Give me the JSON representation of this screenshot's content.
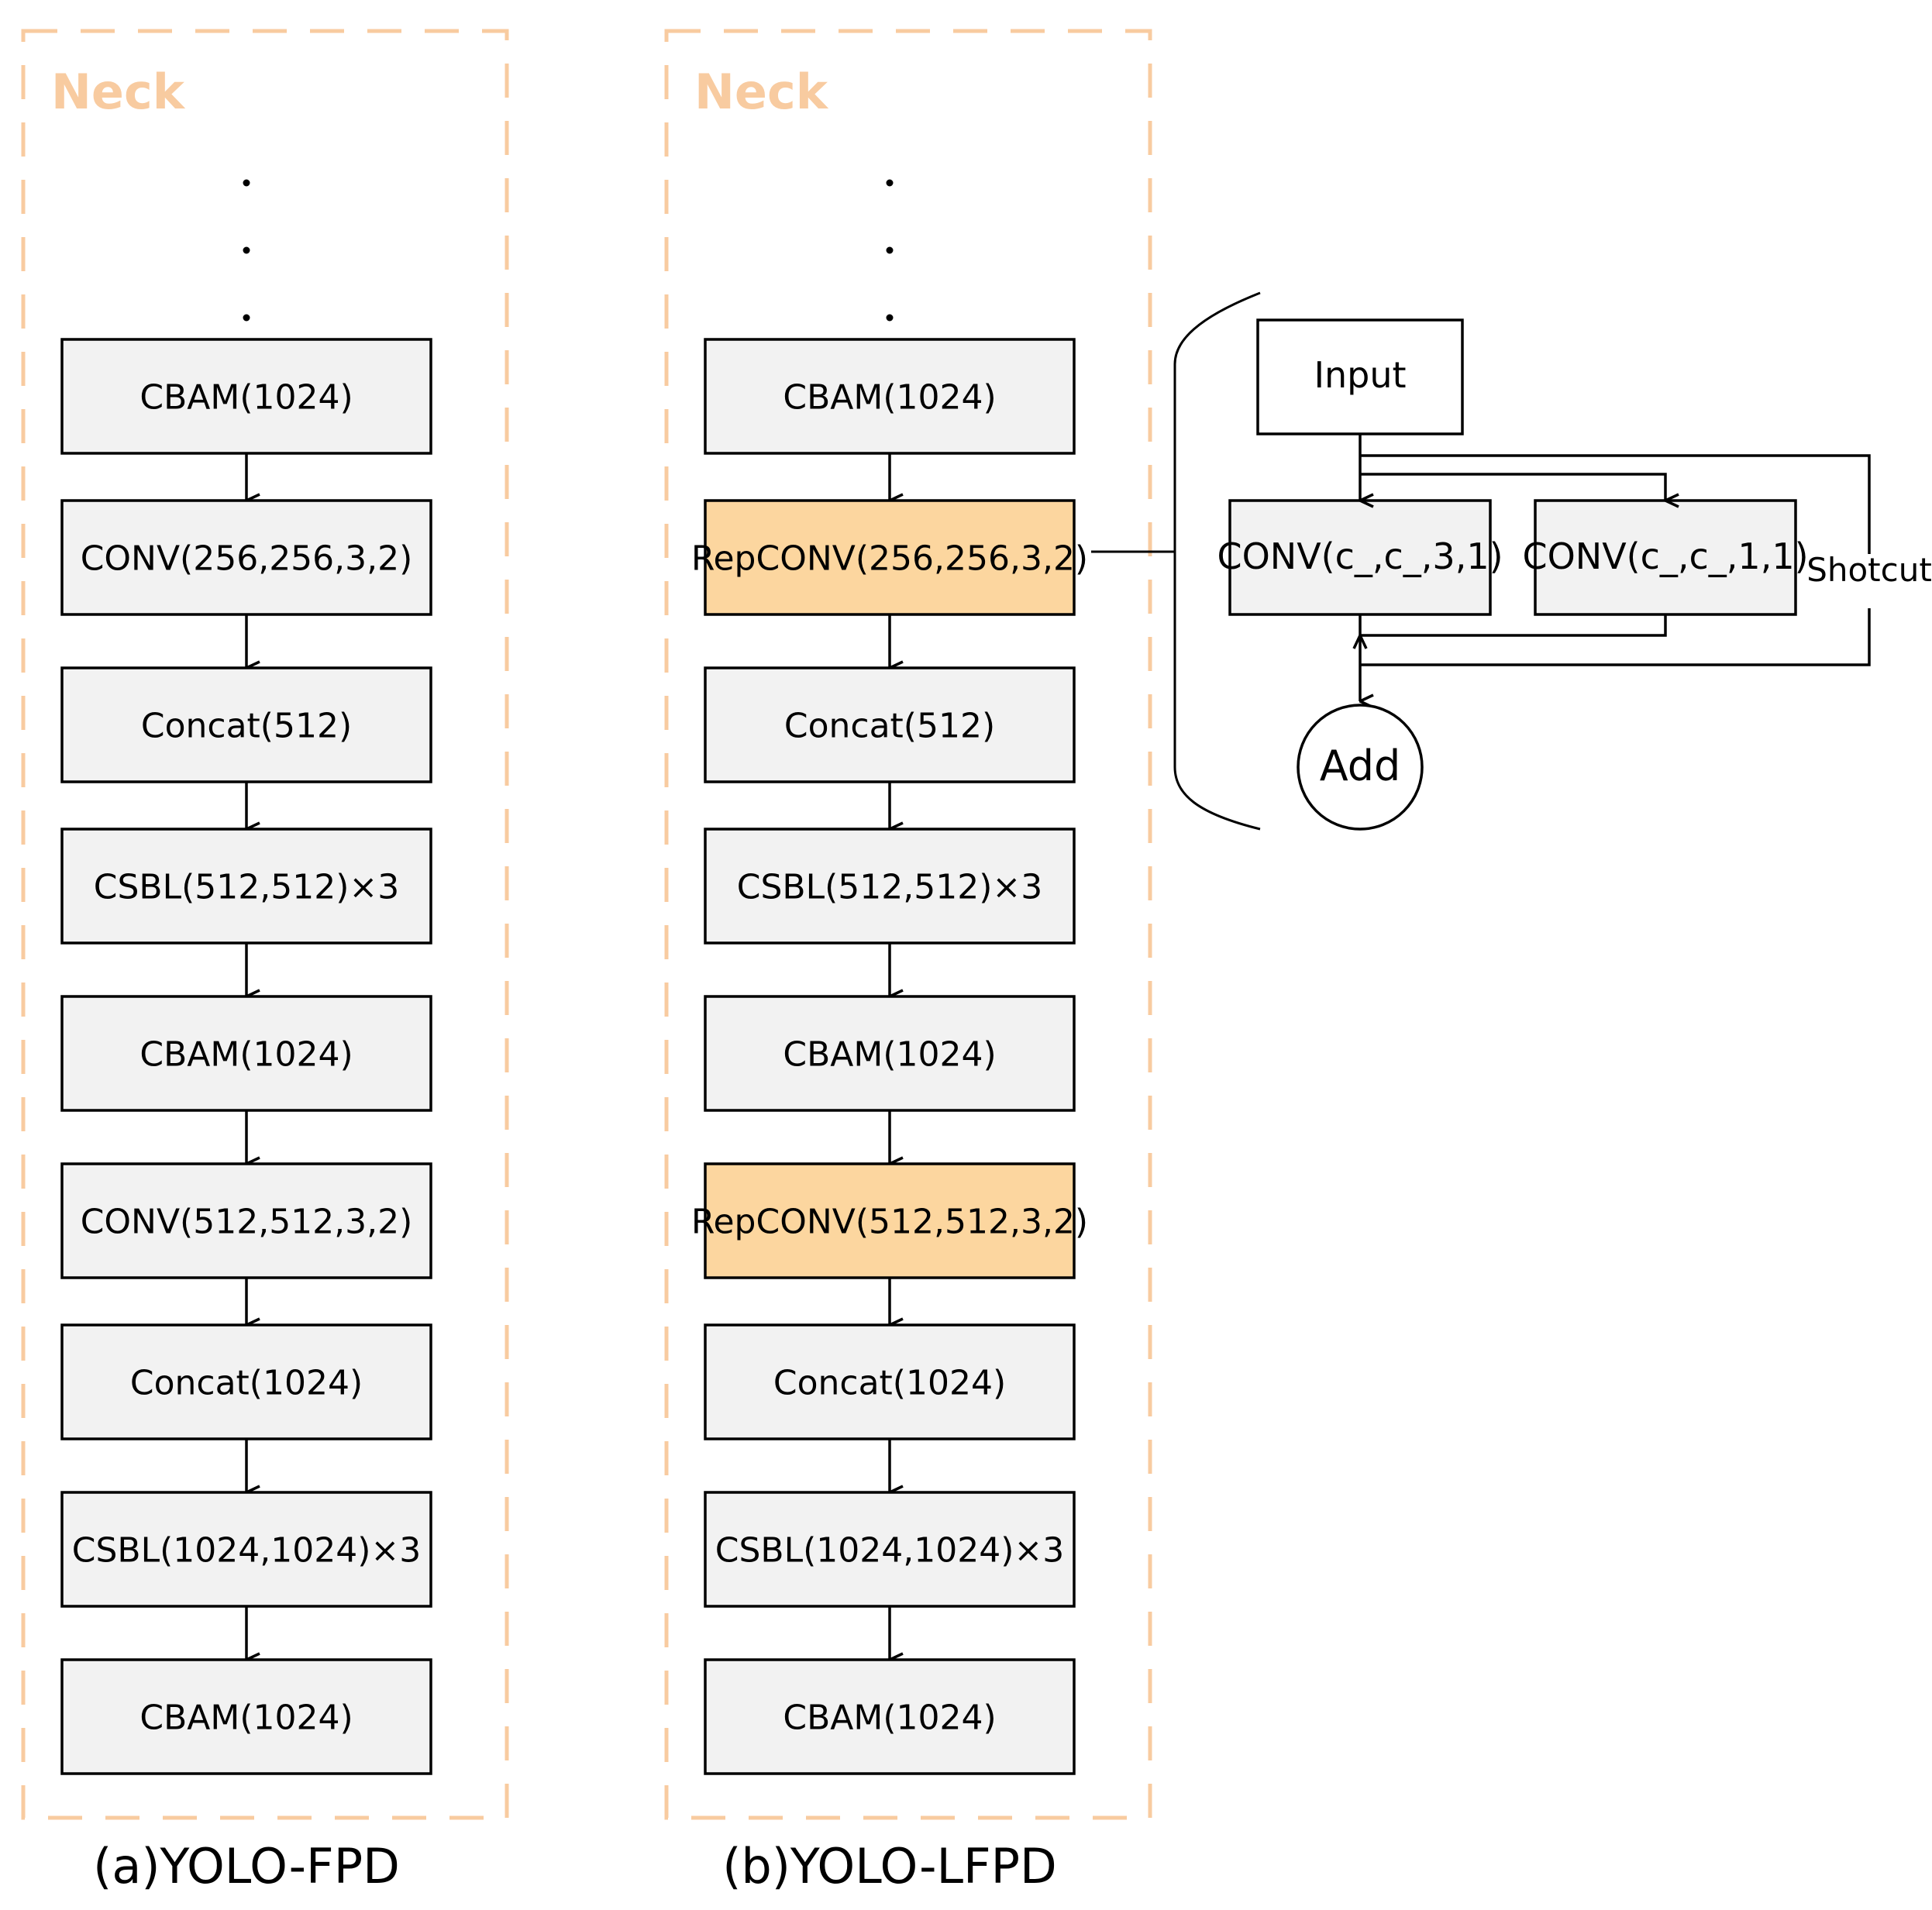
{
  "colors": {
    "panel_border": "#f8cba0",
    "panel_title": "#f8cba0",
    "box_fill": "#f2f2f2",
    "box_highlight": "#fcd69f",
    "line": "#000000"
  },
  "panel_a": {
    "title": "Neck",
    "caption": "(a)YOLO-FPD",
    "blocks": [
      "CBAM(1024)",
      "CONV(256,256,3,2)",
      "Concat(512)",
      "CSBL(512,512)×3",
      "CBAM(1024)",
      "CONV(512,512,3,2)",
      "Concat(1024)",
      "CSBL(1024,1024)×3",
      "CBAM(1024)"
    ]
  },
  "panel_b": {
    "title": "Neck",
    "caption": "(b)YOLO-LFPD",
    "blocks": [
      "CBAM(1024)",
      "RepCONV(256,256,3,2)",
      "Concat(512)",
      "CSBL(512,512)×3",
      "CBAM(1024)",
      "RepCONV(512,512,3,2)",
      "Concat(1024)",
      "CSBL(1024,1024)×3",
      "CBAM(1024)"
    ],
    "highlighted": [
      1,
      5
    ]
  },
  "repconv_detail": {
    "input": "Input",
    "conv3": "CONV(c_,c_,3,1)",
    "conv1": "CONV(c_,c_,1,1)",
    "shortcut": "Shotcut",
    "add": "Add"
  }
}
